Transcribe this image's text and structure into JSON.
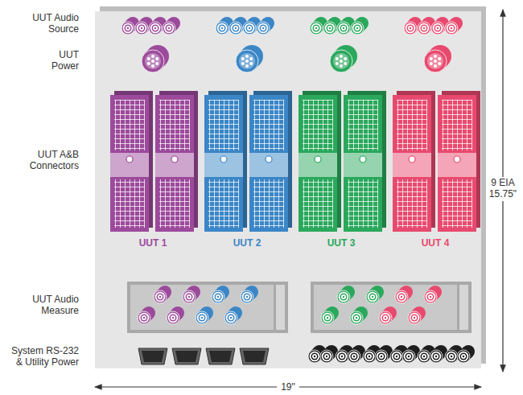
{
  "diagram": {
    "labels": [
      "UUT Audio Source",
      "UUT Power",
      "UUT A&B Connectors",
      "UUT 1",
      "UUT 2",
      "UUT 3",
      "UUT 4",
      "UUT Audio Measure",
      "System RS-232 & Utility Power",
      "9 EIA 15.75\"",
      "19\""
    ]
  }
}
